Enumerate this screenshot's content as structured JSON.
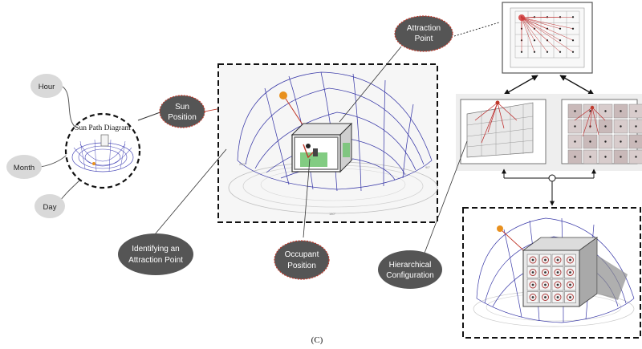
{
  "inputs": {
    "hour": "Hour",
    "month": "Month",
    "day": "Day"
  },
  "sun_path_title": "Sun Path Diagram",
  "bubbles": {
    "sun_position_line1": "Sun",
    "sun_position_line2": "Position",
    "attraction_point_line1": "Attraction",
    "attraction_point_line2": "Point",
    "identifying_line1": "Identifying an",
    "identifying_line2": "Attraction Point",
    "occupant_line1": "Occupant",
    "occupant_line2": "Position",
    "hierarchical_line1": "Hierarchical",
    "hierarchical_line2": "Configuration"
  },
  "caption": "(C)",
  "colors": {
    "dark_bubble": "#555555",
    "red_dashed": "#c0392b",
    "grid_blue": "#3a3aa8",
    "sun": "#e8901e",
    "panel_bg": "#eeeeee"
  }
}
